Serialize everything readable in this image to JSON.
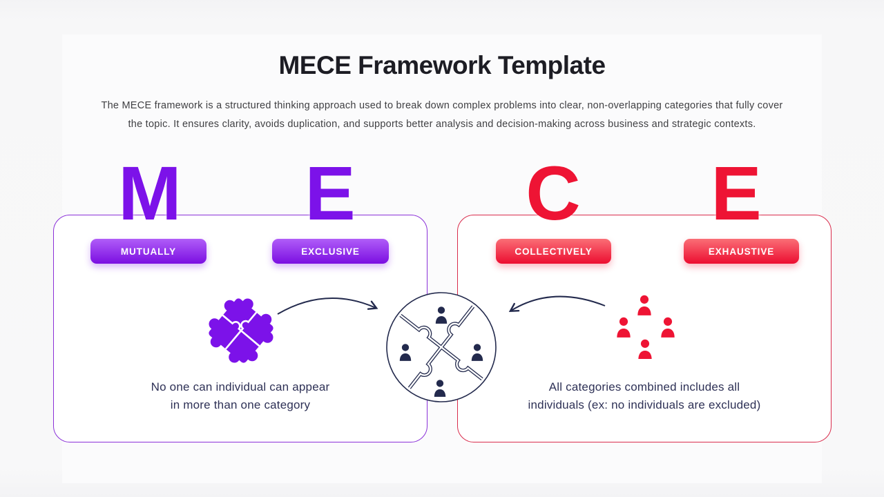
{
  "slide": {
    "title": "MECE Framework Template",
    "subtitle_lines": [
      "The MECE framework is a structured thinking approach used to break down complex problems into clear, non-overlapping categories that fully cover",
      "the topic. It ensures clarity, avoids duplication, and supports better analysis and decision-making across business and strategic contexts."
    ]
  },
  "acronym": {
    "letter_m": "M",
    "letter_e1": "E",
    "letter_c": "C",
    "letter_e2": "E"
  },
  "mutually_exclusive": {
    "badge_mutually": "MUTUALLY",
    "badge_exclusive": "EXCLUSIVE",
    "caption_lines": [
      "No one can individual can appear",
      "in more than one category"
    ]
  },
  "collectively_exhaustive": {
    "badge_collectively": "COLLECTIVELY",
    "badge_exhaustive": "EXHAUSTIVE",
    "caption_lines": [
      "All categories combined includes all",
      "individuals (ex: no individuals are excluded)"
    ]
  },
  "icons": {
    "puzzle_cluster_icon": "four interlocking jigsaw pieces (purple)",
    "puzzle_circle_icon": "circle split into four puzzle quadrants with person figures",
    "people_group_icon": "four person figures in a diamond (red)",
    "curved_arrow_icon": "thin curved arrow"
  },
  "colors": {
    "purple": "#7C12E9",
    "purple_light": "#B05DF8",
    "purple_border": "#8A2FD8",
    "red": "#EE1434",
    "red_light": "#FA6E76",
    "red_border": "#D92B4B",
    "navy": "#232A4D",
    "title_text": "#1D1D24",
    "body_text": "#3F3F42",
    "caption_text": "#2E3156",
    "background": "#F5F5F6",
    "box_background": "#FFFFFF"
  }
}
